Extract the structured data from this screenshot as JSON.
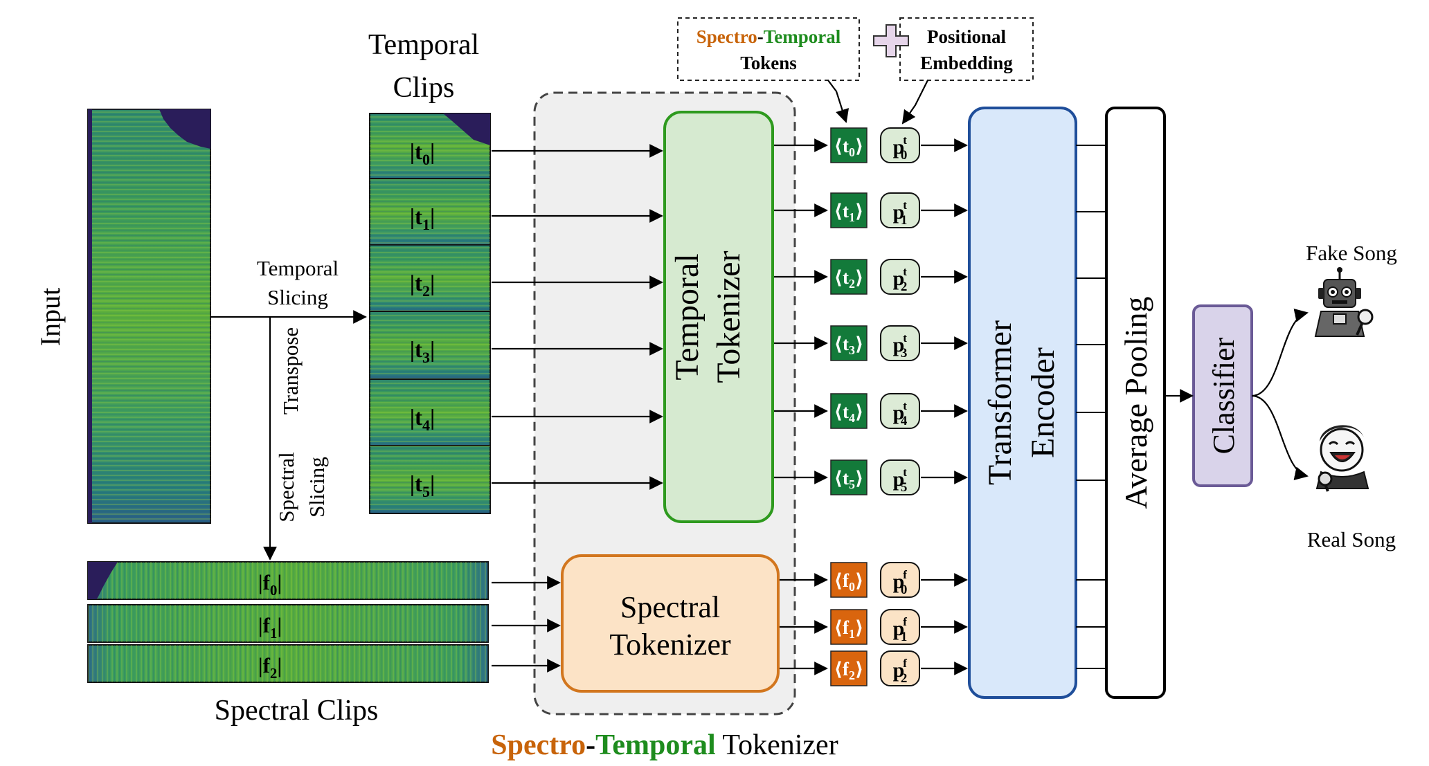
{
  "input_label": "Input",
  "temporal_clips_label": [
    "Temporal",
    "Clips"
  ],
  "spectral_clips_label": "Spectral Clips",
  "temporal_slicing_label": [
    "Temporal",
    "Slicing"
  ],
  "transpose_label": "Transpose",
  "spectral_slicing_label": [
    "Spectral",
    "Slicing"
  ],
  "temporal_tokenizer_label": [
    "Temporal",
    "Tokenizer"
  ],
  "spectral_tokenizer_label": [
    "Spectral",
    "Tokenizer"
  ],
  "transformer_label": [
    "Transformer",
    "Encoder"
  ],
  "avg_pool_label": "Average Pooling",
  "classifier_label": "Classifier",
  "fake_label": "Fake Song",
  "real_label": "Real Song",
  "legend": {
    "st_tokens": {
      "spectro": "Spectro",
      "dash": "-",
      "temporal": "Temporal",
      "line2": "Tokens"
    },
    "plus": "+",
    "pos_emb": [
      "Positional",
      "Embedding"
    ]
  },
  "bottom_title": {
    "spectro": "Spectro",
    "dash": "-",
    "temporal": "Temporal",
    "rest": " Tokenizer"
  },
  "temporal_clips": [
    {
      "sym": "t",
      "sub": "0"
    },
    {
      "sym": "t",
      "sub": "1"
    },
    {
      "sym": "t",
      "sub": "2"
    },
    {
      "sym": "t",
      "sub": "3"
    },
    {
      "sym": "t",
      "sub": "4"
    },
    {
      "sym": "t",
      "sub": "5"
    }
  ],
  "spectral_clips": [
    {
      "sym": "f",
      "sub": "0"
    },
    {
      "sym": "f",
      "sub": "1"
    },
    {
      "sym": "f",
      "sub": "2"
    }
  ],
  "temporal_tokens": [
    {
      "sym": "t",
      "sub": "0"
    },
    {
      "sym": "t",
      "sub": "1"
    },
    {
      "sym": "t",
      "sub": "2"
    },
    {
      "sym": "t",
      "sub": "3"
    },
    {
      "sym": "t",
      "sub": "4"
    },
    {
      "sym": "t",
      "sub": "5"
    }
  ],
  "spectral_tokens": [
    {
      "sym": "f",
      "sub": "0"
    },
    {
      "sym": "f",
      "sub": "1"
    },
    {
      "sym": "f",
      "sub": "2"
    }
  ],
  "temporal_pos": [
    {
      "sup": "t",
      "sub": "0"
    },
    {
      "sup": "t",
      "sub": "1"
    },
    {
      "sup": "t",
      "sub": "2"
    },
    {
      "sup": "t",
      "sub": "3"
    },
    {
      "sup": "t",
      "sub": "4"
    },
    {
      "sup": "t",
      "sub": "5"
    }
  ],
  "spectral_pos": [
    {
      "sup": "f",
      "sub": "0"
    },
    {
      "sup": "f",
      "sub": "1"
    },
    {
      "sup": "f",
      "sub": "2"
    }
  ],
  "colors": {
    "orange": "#C8640A",
    "green": "#1E8C1E",
    "temporal_token_fill": "#137A3A",
    "spectral_token_fill": "#D9650E",
    "temporal_pos_fill": "#DCEBD6",
    "spectral_pos_fill": "#FBE3C6",
    "temporal_tok_fill": "#D6EAD0",
    "temporal_tok_stroke": "#2E9A1E",
    "spectral_tok_fill": "#FCE3C6",
    "spectral_tok_stroke": "#D2761E",
    "transformer_fill": "#D9E8FA",
    "transformer_stroke": "#1F4E9A",
    "classifier_fill": "#D9D3EA",
    "classifier_stroke": "#6A5A96",
    "dashed_bg": "#EFEFEF",
    "plus_fill": "#E6D5EA"
  }
}
